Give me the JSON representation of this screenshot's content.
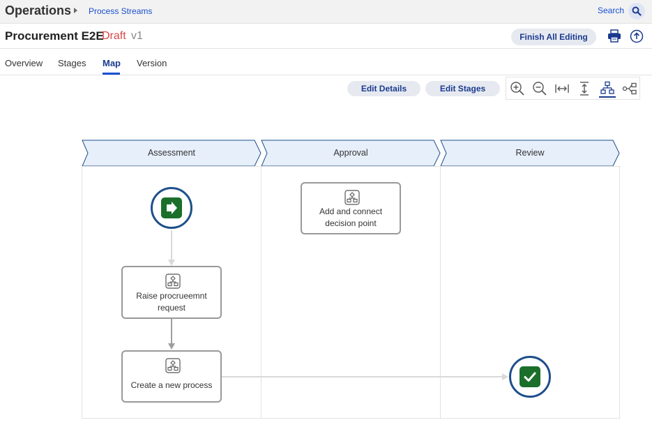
{
  "topbar": {
    "app_title": "Operations",
    "breadcrumb": "Process Streams",
    "search_label": "Search"
  },
  "header": {
    "title": "Procurement E2E",
    "status": "Draft",
    "version": "v1",
    "finish_label": "Finish All Editing"
  },
  "tabs": [
    {
      "label": "Overview"
    },
    {
      "label": "Stages"
    },
    {
      "label": "Map",
      "active": true
    },
    {
      "label": "Version"
    }
  ],
  "map_toolbar": {
    "edit_details_label": "Edit Details",
    "edit_stages_label": "Edit Stages",
    "tools": [
      "zoom-in-icon",
      "zoom-out-icon",
      "fit-width-icon",
      "fit-height-icon",
      "vertical-layout-icon",
      "horizontal-layout-icon"
    ],
    "active_tool": "vertical-layout-icon"
  },
  "stages": [
    {
      "label": "Assessment"
    },
    {
      "label": "Approval"
    },
    {
      "label": "Review"
    }
  ],
  "nodes": {
    "raise": "Raise procrueemnt request",
    "create": "Create a new process",
    "decision": "Add and connect decision point"
  },
  "colors": {
    "accent": "#1a4fd1",
    "status_draft": "#d94848",
    "event_ring": "#1e4f8a",
    "event_fill": "#1b6f2b",
    "stage_fill": "#e7effa",
    "stage_stroke": "#1e4f8a"
  }
}
